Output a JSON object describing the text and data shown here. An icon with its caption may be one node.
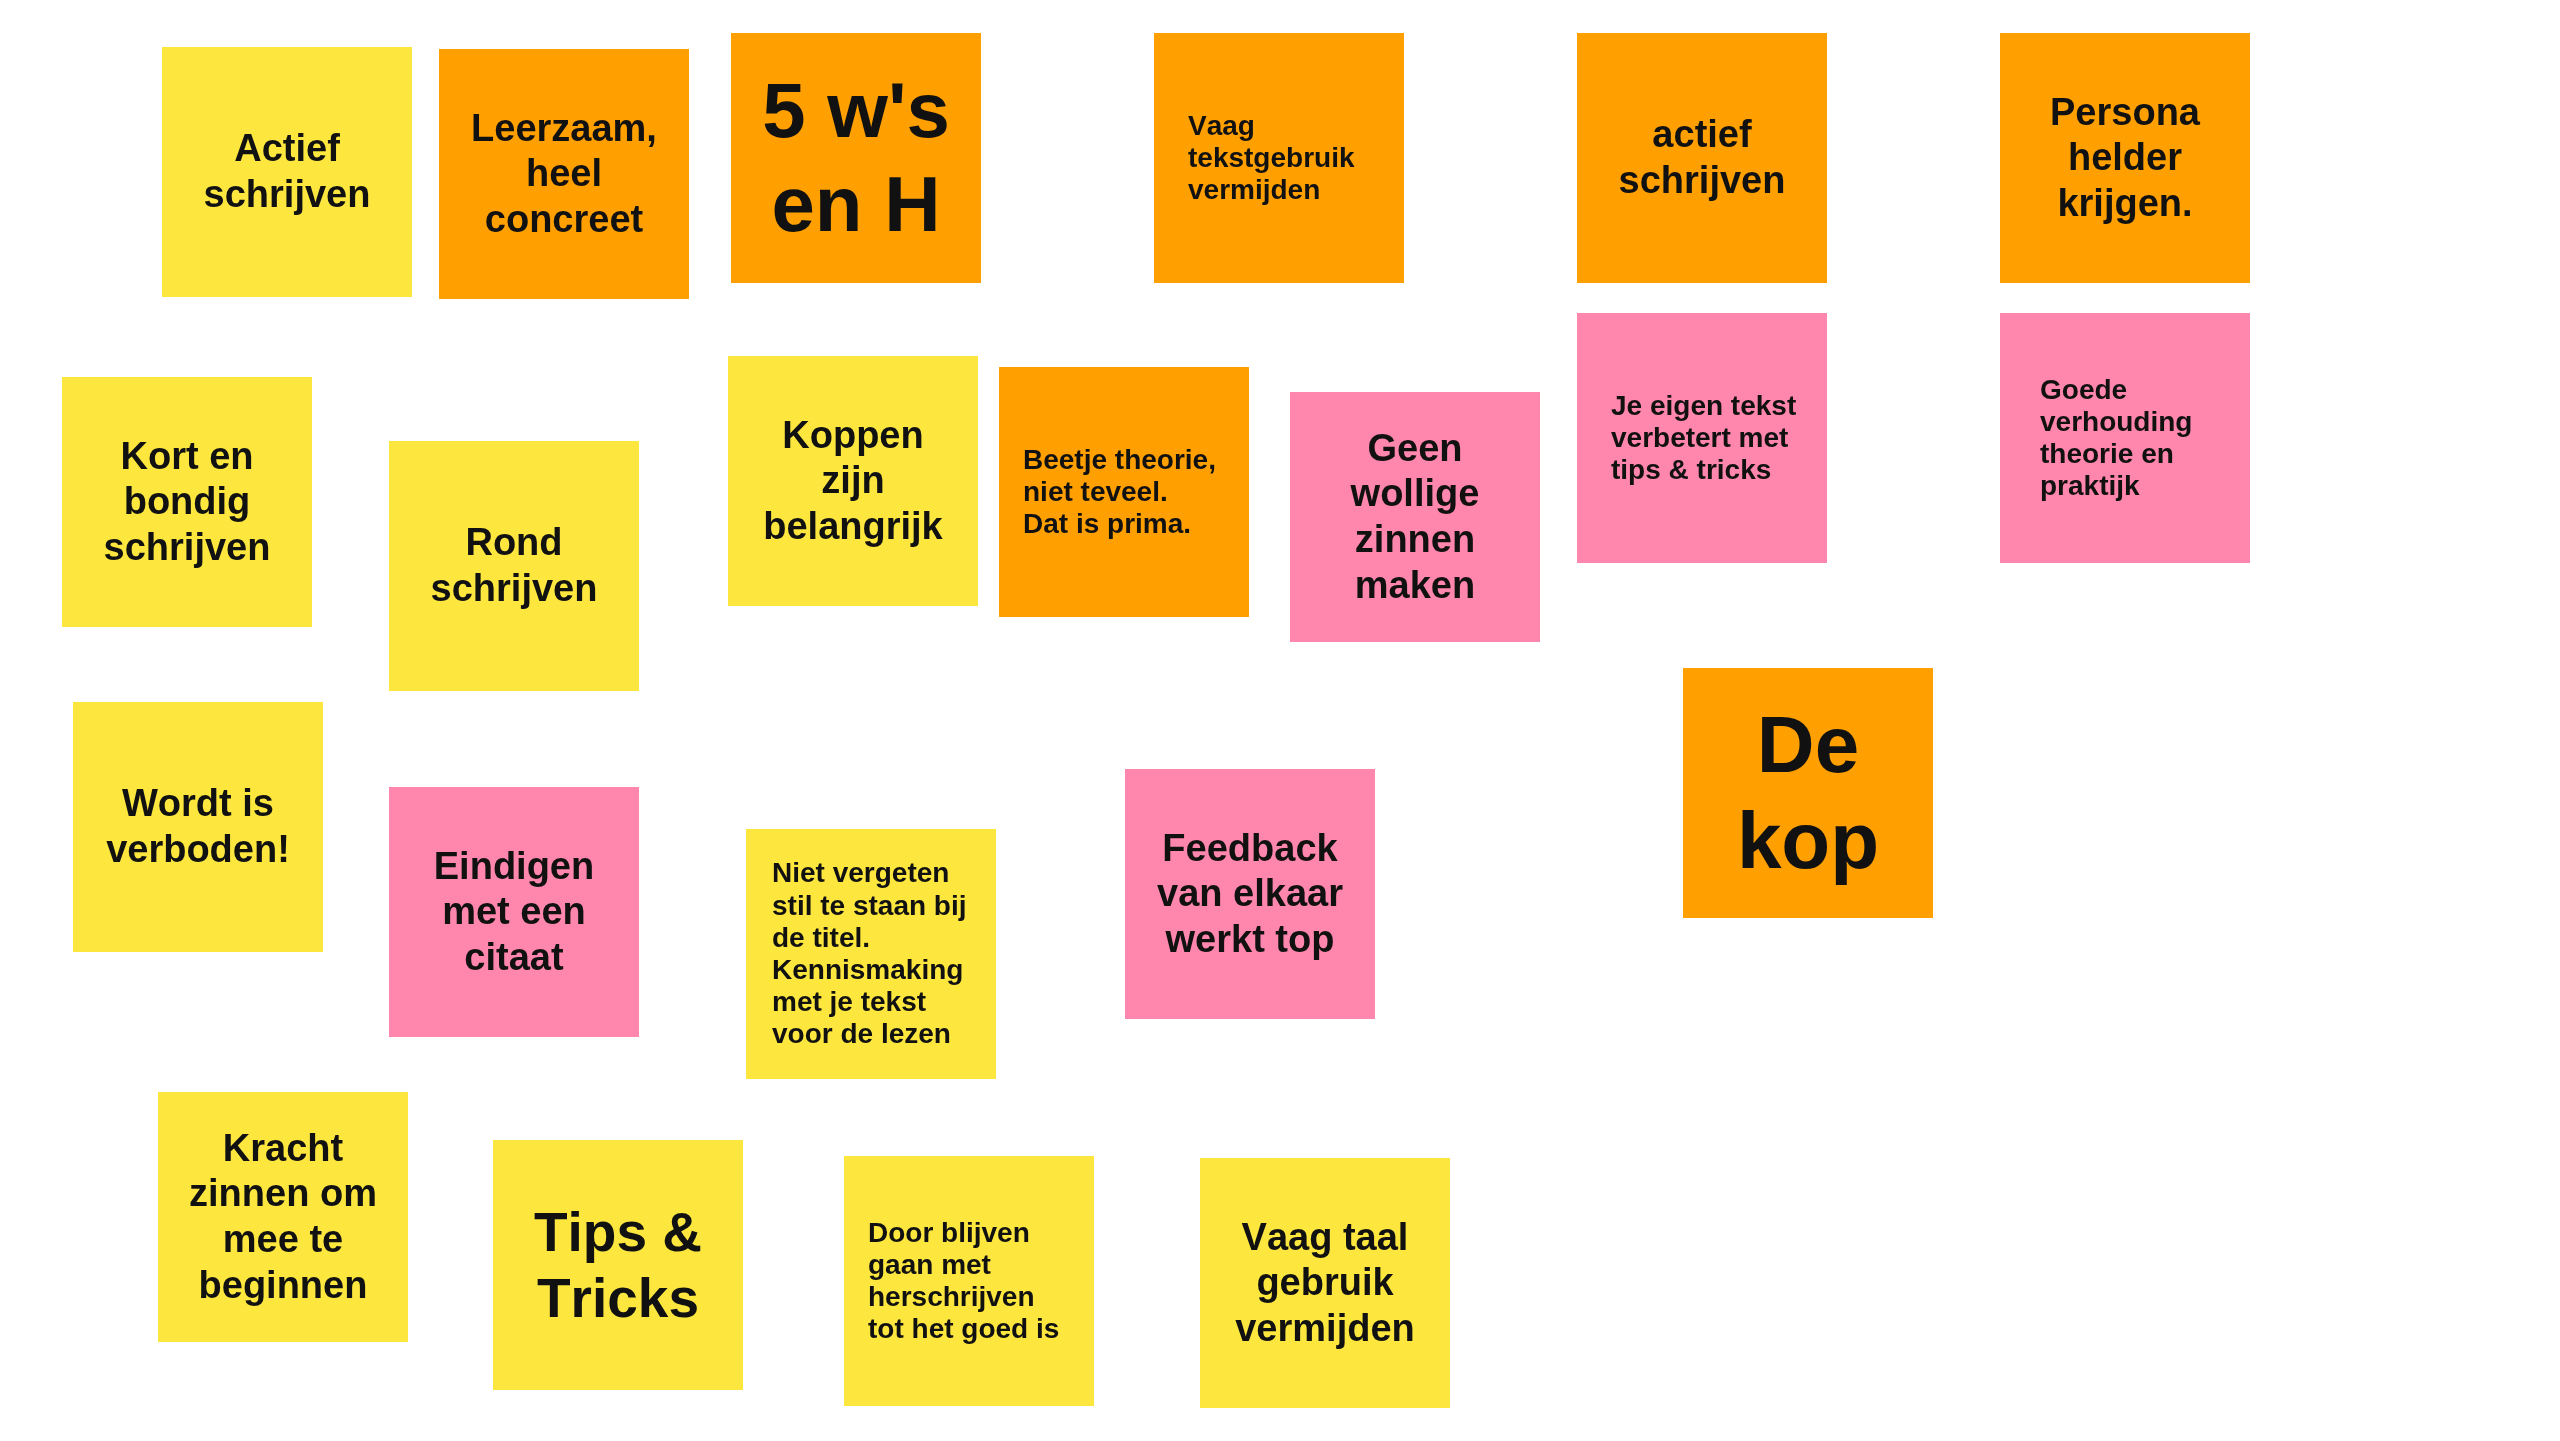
{
  "diagram": {
    "nodes": [
      {
        "text": [
          "Actief schrijven"
        ]
      },
      {
        "text": [
          "Leerzaam, heel concreet"
        ]
      },
      {
        "text": [
          "5 w's en H"
        ]
      },
      {
        "text": [
          "Vaag tekstgebruik vermijden"
        ]
      },
      {
        "text": [
          "actief schrijven"
        ]
      },
      {
        "text": [
          "Persona helder krijgen."
        ]
      },
      {
        "text": [
          "Kort en bondig schrijven"
        ]
      },
      {
        "text": [
          "Rond schrijven"
        ]
      },
      {
        "text": [
          "Koppen zijn belangrijk"
        ]
      },
      {
        "text": [
          "Beetje theorie, niet teveel. Dat is prima."
        ]
      },
      {
        "text": [
          "Geen wollige zinnen maken"
        ]
      },
      {
        "text": [
          "Je eigen tekst verbetert met tips & tricks"
        ]
      },
      {
        "text": [
          "Goede verhouding theorie en praktijk"
        ]
      },
      {
        "text": [
          "Wordt is verboden!"
        ]
      },
      {
        "text": [
          "Eindigen met een citaat"
        ]
      },
      {
        "text": [
          "Niet vergeten stil te staan bij de titel. Kennismaking met je tekst voor de lezen"
        ]
      },
      {
        "text": [
          "Feedback van elkaar werkt top"
        ]
      },
      {
        "text": [
          "De kop"
        ]
      },
      {
        "text": [
          "Kracht zinnen om mee te beginnen"
        ]
      },
      {
        "text": [
          "Tips & Tricks"
        ]
      },
      {
        "text": [
          "Door blijven gaan met herschrijven tot het goed is"
        ]
      },
      {
        "text": [
          "Vaag taal gebruik vermijden"
        ]
      }
    ]
  }
}
